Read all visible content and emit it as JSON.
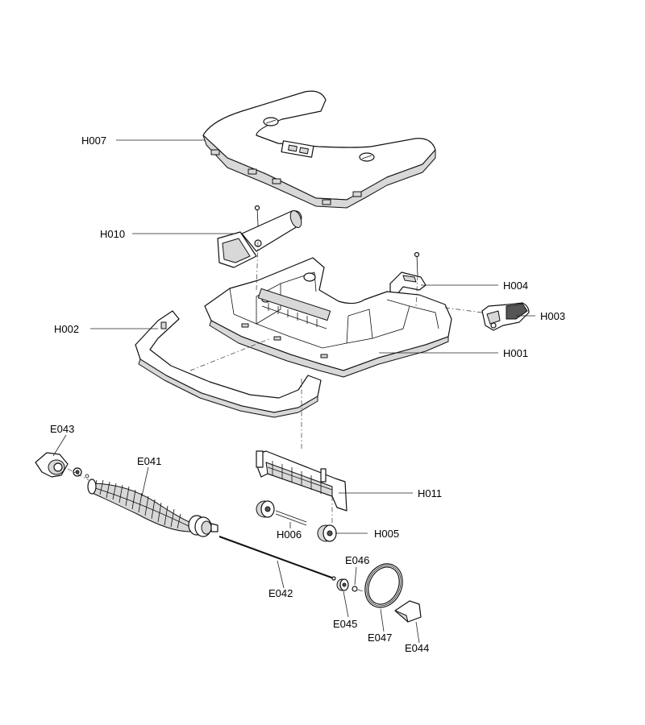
{
  "labels": {
    "H007": "H007",
    "H010": "H010",
    "H004": "H004",
    "H003": "H003",
    "H002": "H002",
    "H001": "H001",
    "E043": "E043",
    "E041": "E041",
    "H011": "H011",
    "H006": "H006",
    "H005": "H005",
    "E046": "E046",
    "E042": "E042",
    "E045": "E045",
    "E047": "E047",
    "E044": "E044"
  }
}
